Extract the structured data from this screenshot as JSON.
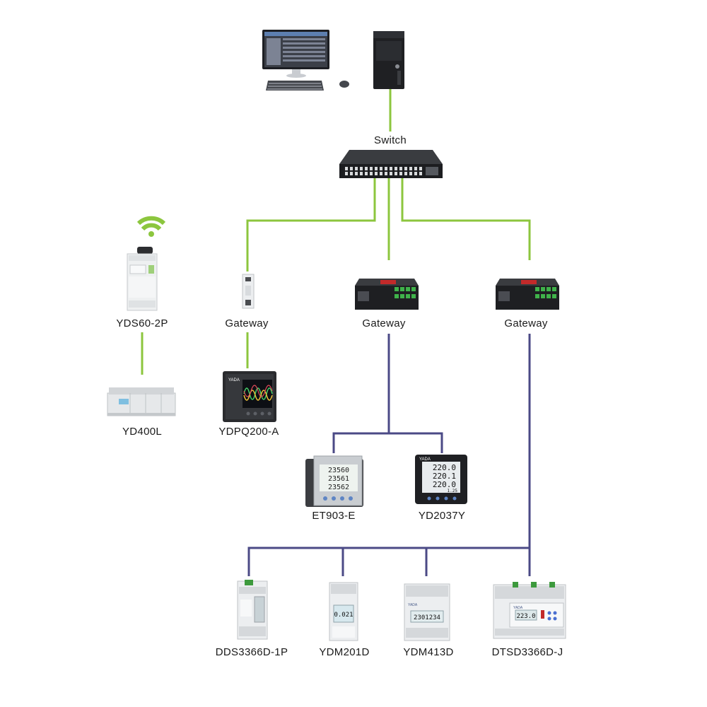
{
  "labels": {
    "switch": "Switch",
    "yds60": "YDS60-2P",
    "yd400l": "YD400L",
    "gateway_small": "Gateway",
    "ydpq200": "YDPQ200-A",
    "gateway_mid": "Gateway",
    "gateway_right": "Gateway",
    "et903": "ET903-E",
    "yd2037y": "YD2037Y",
    "dds3366": "DDS3366D-1P",
    "ydm201d": "YDM201D",
    "ydm413d": "YDM413D",
    "dtsd3366": "DTSD3366D-J"
  },
  "displays": {
    "et903": [
      "23560",
      "23561",
      "23562"
    ],
    "yd2037y": [
      "220.0",
      "220.1",
      "220.0",
      "1.25"
    ],
    "ydm201d": "0.021",
    "ydm413d": "2301234",
    "dtsd3366": "223.0",
    "brand": "YADA"
  },
  "colors": {
    "ethernet_link": "#8cc63e",
    "rs485_link": "#4b4a86",
    "wifi": "#8cc63e"
  },
  "icons": {
    "wifi": "wifi-icon",
    "computer": "desktop-computer-icon",
    "server": "tower-server-icon",
    "switch": "network-switch-icon"
  }
}
